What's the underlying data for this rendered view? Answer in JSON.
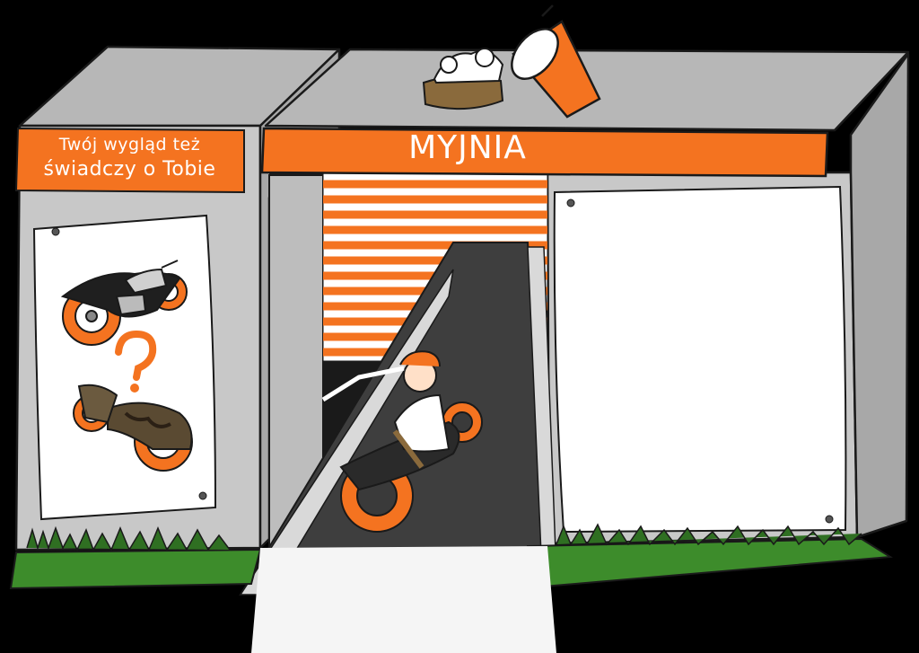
{
  "slogan": {
    "line1": "Twój wygląd też",
    "line2": "świadczy o Tobie"
  },
  "main_sign": {
    "title": "MYJNIA"
  },
  "colors": {
    "accent_orange": "#f47320",
    "wall_gray": "#c8c8c8",
    "wall_dark_gray": "#a8a8a8",
    "roof_gray": "#b7b7b7",
    "poster_white": "#ffffff",
    "road": "#3e3e3e",
    "grass": "#3d8c2b",
    "outline": "#1a1a1a"
  },
  "icons": {
    "brush": "scrub-brush-icon",
    "bucket": "bucket-icon",
    "motorcycle": "motorcycle-icon",
    "question_mark": "question-mark-icon",
    "rider": "rider-icon"
  }
}
